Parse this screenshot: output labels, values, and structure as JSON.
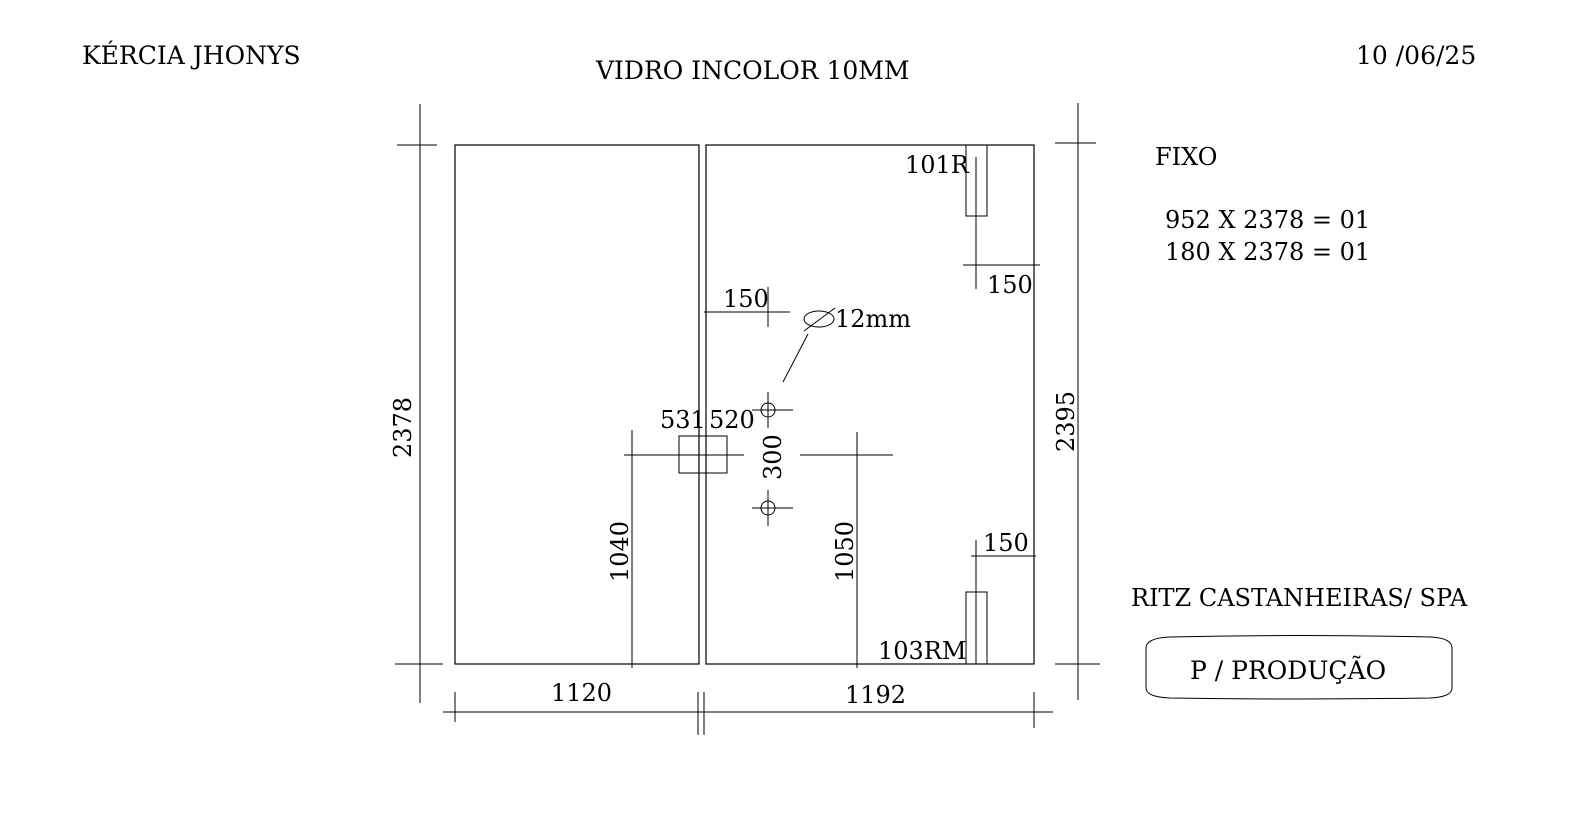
{
  "header": {
    "client": "KÉRCIA JHONYS",
    "title": "VIDRO INCOLOR 10MM",
    "date": "10 /06/25"
  },
  "dimensions": {
    "height_left": "2378",
    "height_right": "2395",
    "width_left": "1120",
    "width_right": "1192",
    "hinge_top_label": "101R",
    "hinge_bottom_label": "103RM",
    "hinge_top_offset": "150",
    "hinge_bottom_offset": "150",
    "hole_offset": "150",
    "hole_diameter": "12mm",
    "hole_spacing": "300",
    "lock_left": "531",
    "lock_right": "520",
    "lock_height_left": "1040",
    "lock_height_right": "1050"
  },
  "notes": {
    "heading": "FIXO",
    "line1": "952 X 2378 = 01",
    "line2": "180 X 2378 = 01"
  },
  "project": "RITZ CASTANHEIRAS/ SPA",
  "status_box": "P / PRODUÇÃO"
}
